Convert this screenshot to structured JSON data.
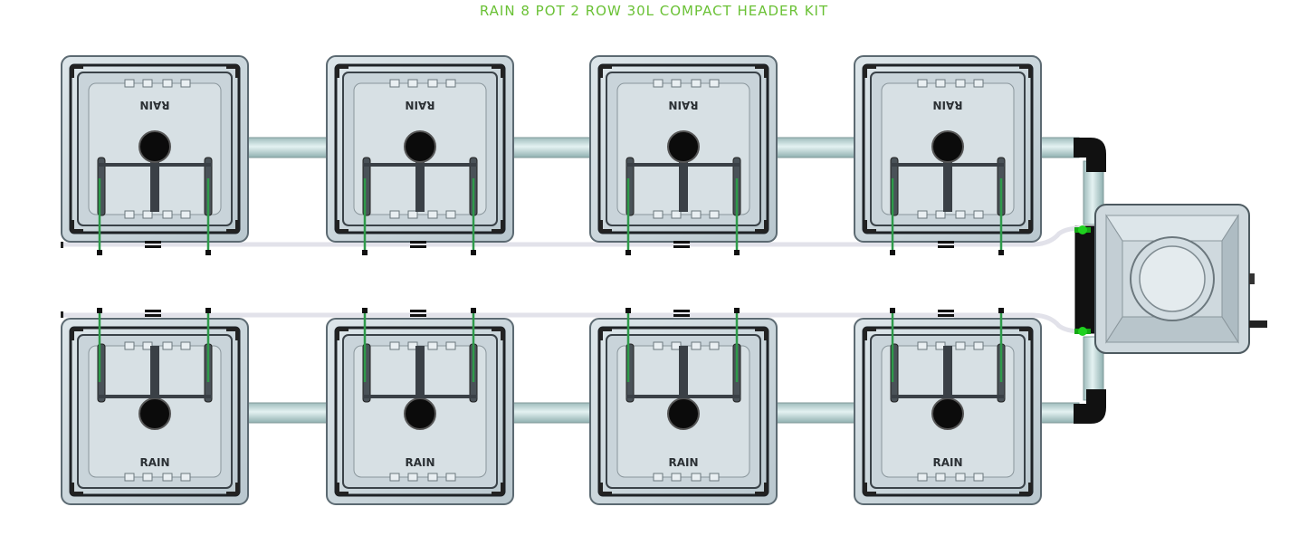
{
  "title": "RAIN 8 POT 2 ROW 30L COMPACT HEADER KIT",
  "colors": {
    "title": "#6ac135",
    "pot_body": "#cfd9de",
    "pot_outline": "#1e2226",
    "tube": "#bcd6d6",
    "irrigation_line": "#e2e2ea",
    "green_connector": "#1fd11f",
    "drip_line": "#2e9a4a",
    "elbow": "#111111"
  },
  "pot_logo": "RAIN",
  "rows": [
    {
      "name": "top",
      "orientation": "flipped",
      "pots": 4
    },
    {
      "name": "bottom",
      "orientation": "normal",
      "pots": 4
    }
  ],
  "reservoir": {
    "icon": "control-reservoir-icon"
  }
}
